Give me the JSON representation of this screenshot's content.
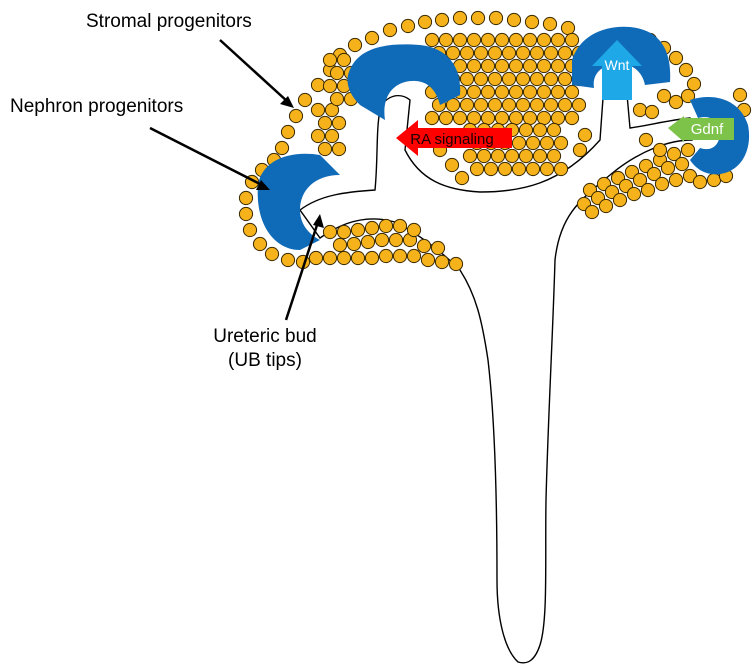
{
  "labels": {
    "stromal": "Stromal progenitors",
    "nephron": "Nephron progenitors",
    "ureteric_line1": "Ureteric bud",
    "ureteric_line2": "(UB tips)"
  },
  "signals": {
    "ra": "RA signaling",
    "wnt": "Wnt",
    "gdnf": "Gdnf"
  },
  "colors": {
    "stromal_cell_fill": "#F5B21B",
    "stromal_cell_stroke": "#3a2a00",
    "nephron_cap": "#0F6AB8",
    "ra_arrow": "#FF0000",
    "wnt_arrow": "#1FA8E8",
    "gdnf_arrow": "#7DC34A",
    "outline": "#000000"
  }
}
